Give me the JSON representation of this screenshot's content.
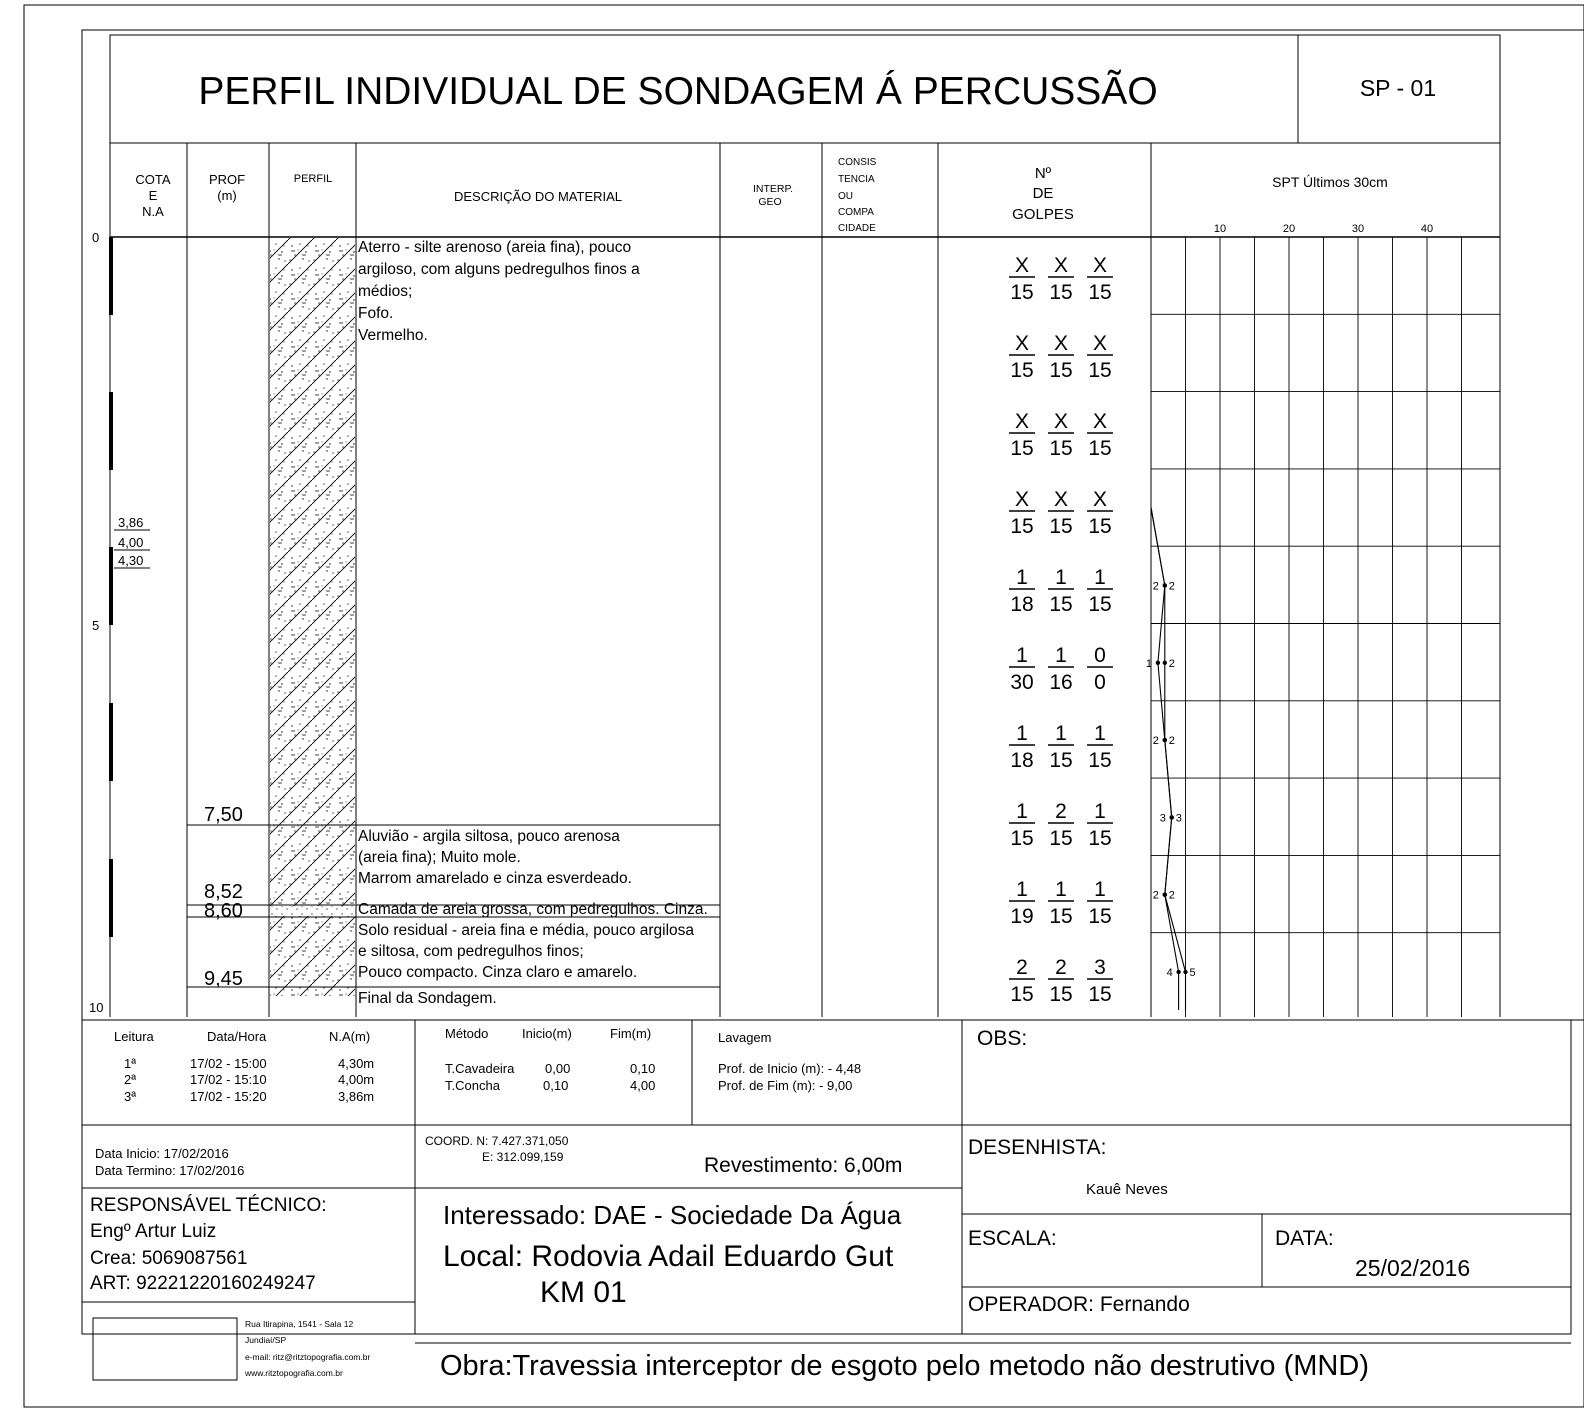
{
  "header": {
    "title": "PERFIL INDIVIDUAL DE SONDAGEM Á PERCUSSÃO",
    "code": "SP - 01"
  },
  "columns": {
    "cota": [
      "COTA",
      "E",
      "N.A"
    ],
    "prof": [
      "PROF",
      "(m)"
    ],
    "perfil": "PERFIL",
    "descricao": "DESCRIÇÃO DO MATERIAL",
    "interp": [
      "INTERP.",
      "GEO"
    ],
    "consistencia": [
      "CONSIS",
      "TENCIA",
      "OU",
      "COMPA",
      "CIDADE"
    ],
    "golpes": [
      "Nº",
      "DE",
      "GOLPES"
    ],
    "spt": "SPT  Últimos 30cm",
    "spt_ticks": [
      "10",
      "20",
      "30",
      "40"
    ]
  },
  "depth_scale": [
    "0",
    "5",
    "10"
  ],
  "water_levels": [
    "3,86",
    "4,00",
    "4,30"
  ],
  "layers": [
    {
      "depth": "7,50",
      "lines": [
        "Aterro - silte arenoso (areia fina), pouco",
        "argiloso, com alguns pedregulhos finos a",
        "médios;",
        "Fofo.",
        "Vermelho."
      ]
    },
    {
      "depth": "8,52",
      "lines": [
        "Aluvião - argila siltosa, pouco arenosa",
        "(areia fina); Muito mole.",
        "Marrom amarelado e cinza esverdeado."
      ]
    },
    {
      "depth": "8,60",
      "lines": [
        "Camada de areia grossa, com pedregulhos. Cinza."
      ]
    },
    {
      "depth": "9,45",
      "lines": [
        "Solo residual - areia fina e média, pouco argilosa",
        "e siltosa, com pedregulhos finos;",
        "Pouco compacto. Cinza claro e amarelo."
      ]
    },
    {
      "depth": "",
      "lines": [
        "Final da Sondagem."
      ]
    }
  ],
  "blows": [
    {
      "num": [
        "X",
        "X",
        "X"
      ],
      "den": [
        "15",
        "15",
        "15"
      ]
    },
    {
      "num": [
        "X",
        "X",
        "X"
      ],
      "den": [
        "15",
        "15",
        "15"
      ]
    },
    {
      "num": [
        "X",
        "X",
        "X"
      ],
      "den": [
        "15",
        "15",
        "15"
      ]
    },
    {
      "num": [
        "X",
        "X",
        "X"
      ],
      "den": [
        "15",
        "15",
        "15"
      ]
    },
    {
      "num": [
        "1",
        "1",
        "1"
      ],
      "den": [
        "18",
        "15",
        "15"
      ]
    },
    {
      "num": [
        "1",
        "1",
        "0"
      ],
      "den": [
        "30",
        "16",
        "0"
      ]
    },
    {
      "num": [
        "1",
        "1",
        "1"
      ],
      "den": [
        "18",
        "15",
        "15"
      ]
    },
    {
      "num": [
        "1",
        "2",
        "1"
      ],
      "den": [
        "15",
        "15",
        "15"
      ]
    },
    {
      "num": [
        "1",
        "1",
        "1"
      ],
      "den": [
        "19",
        "15",
        "15"
      ]
    },
    {
      "num": [
        "2",
        "2",
        "3"
      ],
      "den": [
        "15",
        "15",
        "15"
      ]
    }
  ],
  "chart_data": {
    "type": "line",
    "title": "SPT  Últimos 30cm",
    "x_ticks": [
      10,
      20,
      30,
      40
    ],
    "xlim": [
      0,
      50
    ],
    "depth_m": [
      5,
      6,
      7,
      8,
      9,
      10
    ],
    "series": [
      {
        "values": [
          2,
          1,
          2,
          3,
          2,
          4
        ]
      },
      {
        "values": [
          2,
          2,
          2,
          3,
          2,
          5
        ]
      }
    ]
  },
  "readings": {
    "headers": [
      "Leitura",
      "Data/Hora",
      "N.A(m)"
    ],
    "rows": [
      [
        "1ª",
        "17/02 - 15:00",
        "4,30m"
      ],
      [
        "2ª",
        "17/02 - 15:10",
        "4,00m"
      ],
      [
        "3ª",
        "17/02 - 15:20",
        "3,86m"
      ]
    ]
  },
  "method": {
    "headers": [
      "Método",
      "Inicio(m)",
      "Fim(m)"
    ],
    "rows": [
      [
        "T.Cavadeira",
        "0,00",
        "0,10"
      ],
      [
        "T.Concha",
        "0,10",
        "4,00"
      ]
    ]
  },
  "lavagem": {
    "title": "Lavagem",
    "inicio": "Prof. de Inicio (m): - 4,48",
    "fim": "Prof. de Fim (m): - 9,00"
  },
  "obs": "OBS:",
  "dates": {
    "inicio": "Data Inicio:    17/02/2016",
    "termino": "Data Termino: 17/02/2016"
  },
  "coords": {
    "n": "COORD. N: 7.427.371,050",
    "e": "E: 312.099,159"
  },
  "revestimento": "Revestimento: 6,00m",
  "desenhista": {
    "label": "DESENHISTA:",
    "name": "Kauê Neves"
  },
  "responsavel": {
    "label": "RESPONSÁVEL  TÉCNICO:",
    "eng": "Engº Artur Luiz",
    "crea": "Crea: 5069087561",
    "art": "ART: 92221220160249247"
  },
  "interessado": "Interessado: DAE - Sociedade Da Água",
  "local": [
    "Local: Rodovia Adail Eduardo Gut",
    "KM 01"
  ],
  "escala": "ESCALA:",
  "data": {
    "label": "DATA:",
    "value": "25/02/2016"
  },
  "operador": "OPERADOR:   Fernando",
  "company": [
    "Rua Itirapina, 1541 - Sala 12",
    "Jundiaí/SP",
    "e-mail: ritz@ritztopografia.com.br",
    "www.ritztopografia.com.br"
  ],
  "obra": "Obra:Travessia interceptor de esgoto pelo metodo não destrutivo (MND)"
}
